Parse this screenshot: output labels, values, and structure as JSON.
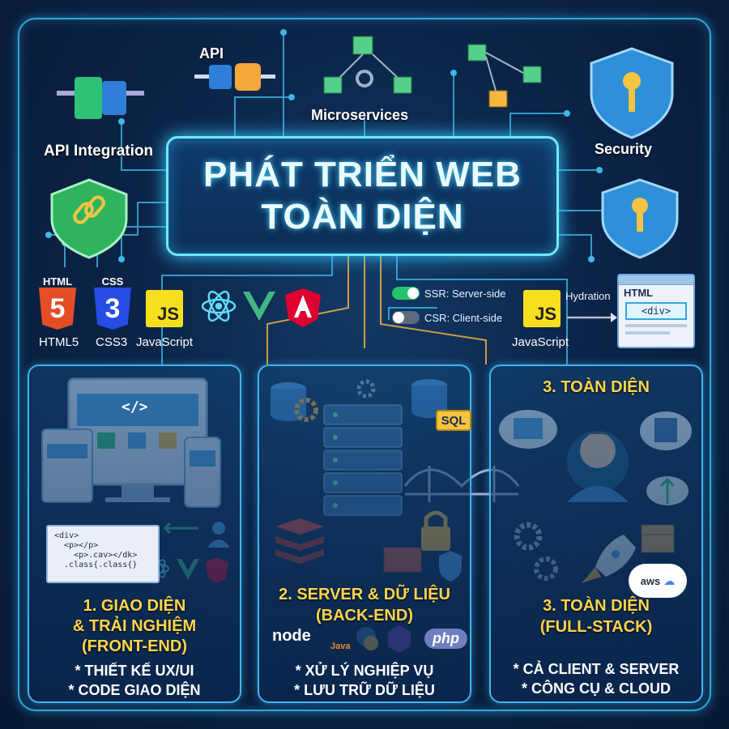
{
  "title": {
    "line1": "PHÁT TRIỂN WEB",
    "line2": "TOÀN DIỆN"
  },
  "top_labels": {
    "api": "API",
    "api_integration": "API Integration",
    "microservices": "Microservices",
    "security": "Security"
  },
  "frontend_tech": {
    "html_tag": "HTML",
    "html_label": "HTML5",
    "css_tag": "CSS",
    "css_label": "CSS3",
    "js_badge": "JS",
    "js_label": "JavaScript"
  },
  "rendering": {
    "ssr": "SSR: Server-side",
    "csr": "CSR: Client-side",
    "js_badge": "JS",
    "js_label": "JavaScript",
    "hydration": "Hydration",
    "window_heading": "HTML",
    "window_tag": "<div>"
  },
  "panels": {
    "frontend": {
      "title_line1": "1. GIAO DIỆN",
      "title_line2": "& TRẢI NGHIỆM",
      "title_line3": "(FRONT-END)",
      "bullet1": "* THIẾT KẾ UX/UI",
      "bullet2": "* CODE GIAO DIỆN",
      "code_lines": [
        "<div>",
        "  <p></p>",
        "    <p>.cav></dk>",
        "  .class{.class{}"
      ],
      "screen_code": "</>"
    },
    "backend": {
      "title_line1": "2. SERVER & DỮ LIỆU",
      "title_line2": "(BACK-END)",
      "bullet1": "* XỬ LÝ NGHIỆP VỤ",
      "bullet2": "* LƯU TRỮ DỮ LIỆU",
      "sql": "SQL",
      "node": "node",
      "java": "Java",
      "php": "php"
    },
    "fullstack": {
      "heading": "3. TOÀN DIỆN",
      "title_line1": "3. TOÀN DIỆN",
      "title_line2": "(FULL-STACK)",
      "bullet1": "* CẢ CLIENT & SERVER",
      "bullet2": "* CÔNG CỤ & CLOUD",
      "aws": "aws"
    }
  },
  "colors": {
    "background": "#0b2447",
    "accent_cyan": "#3db4f0",
    "title_yellow": "#ffd54a",
    "html_orange": "#e44d26",
    "css_blue": "#264de4",
    "js_yellow": "#f7df1e",
    "vue_green": "#41b883",
    "angular_red": "#dd0031",
    "react_cyan": "#61dafb"
  }
}
